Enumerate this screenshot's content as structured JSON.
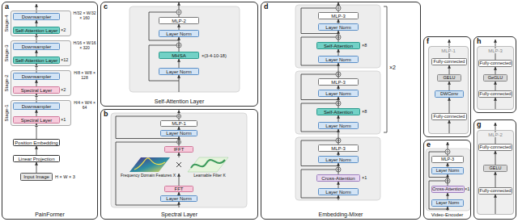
{
  "diagram": {
    "nodes": [
      {
        "text": [
          "a",
          "PainFormer"
        ]
      },
      {
        "text": [
          "Stage-4"
        ],
        "in": 0
      },
      {
        "text": [
          "Downsampler"
        ],
        "in": 1
      },
      {
        "text": [
          "Self-Attention Layer"
        ],
        "in": 1
      },
      {
        "text": [
          "Stage-3"
        ],
        "in": 0
      },
      {
        "text": [
          "Downsampler"
        ],
        "in": 4
      },
      {
        "text": [
          "Self-Attention Layer"
        ],
        "in": 4
      },
      {
        "text": [
          "Stage-2"
        ],
        "in": 0
      },
      {
        "text": [
          "Downsampler"
        ],
        "in": 7
      },
      {
        "text": [
          "Spectral Layer"
        ],
        "in": 7
      },
      {
        "text": [
          "Stage-1"
        ],
        "in": 0
      },
      {
        "text": [
          "Downsampler"
        ],
        "in": 10
      },
      {
        "text": [
          "Spectral Layer"
        ],
        "in": 10
      },
      {
        "text": [
          "Position Embedding"
        ],
        "in": 0
      },
      {
        "text": [
          "Linear Projection"
        ],
        "in": 0
      },
      {
        "text": [
          "Input Image"
        ],
        "in": 0
      },
      {
        "text": [
          "c",
          "Self-Attention Layer"
        ]
      },
      {
        "text": [
          "MLP-2"
        ],
        "in": 16
      },
      {
        "text": [
          "Layer Norm"
        ],
        "in": 16
      },
      {
        "text": [
          "MHSA"
        ],
        "in": 16
      },
      {
        "text": [
          "Layer Norm"
        ],
        "in": 16
      },
      {
        "text": [
          "b",
          "Spectral Layer"
        ]
      },
      {
        "text": [
          "MLP-1"
        ],
        "in": 21
      },
      {
        "text": [
          "Layer Norm"
        ],
        "in": 21
      },
      {
        "text": [
          "IFFT"
        ],
        "in": 21
      },
      {
        "text": [
          "FFT"
        ],
        "in": 21
      },
      {
        "text": [
          "Layer Norm"
        ],
        "in": 21
      },
      {
        "text": [
          "d",
          "Embedding-Mixer"
        ]
      },
      {
        "text": [
          "MLP-3"
        ],
        "in": 27
      },
      {
        "text": [
          "Layer Norm"
        ],
        "in": 27
      },
      {
        "text": [
          "Self-Attention"
        ],
        "in": 27
      },
      {
        "text": [
          "Layer Norm"
        ],
        "in": 27
      },
      {
        "text": [
          "MLP-3"
        ],
        "in": 27
      },
      {
        "text": [
          "Layer Norm"
        ],
        "in": 27
      },
      {
        "text": [
          "Self-Attention"
        ],
        "in": 27
      },
      {
        "text": [
          "Layer Norm"
        ],
        "in": 27
      },
      {
        "text": [
          "MLP-3"
        ],
        "in": 27
      },
      {
        "text": [
          "Layer Norm"
        ],
        "in": 27
      },
      {
        "text": [
          "Cross-Attention"
        ],
        "in": 27
      },
      {
        "text": [
          "Layer Norm"
        ],
        "in": 27
      },
      {
        "text": [
          "f"
        ]
      },
      {
        "text": [
          "MLP-1"
        ],
        "in": 40
      },
      {
        "text": [
          "Fully-connected"
        ],
        "in": 41
      },
      {
        "text": [
          "GELU"
        ],
        "in": 41
      },
      {
        "text": [
          "DWConv"
        ],
        "in": 41
      },
      {
        "text": [
          "Fully-connected"
        ],
        "in": 41
      },
      {
        "text": [
          "e",
          "Video-Encoder"
        ]
      },
      {
        "text": [
          "MLP-3"
        ],
        "in": 46
      },
      {
        "text": [
          "Layer Norm"
        ],
        "in": 46
      },
      {
        "text": [
          "Cross-Attention"
        ],
        "in": 46
      },
      {
        "text": [
          "Layer Norm"
        ],
        "in": 46
      },
      {
        "text": [
          "h"
        ]
      },
      {
        "text": [
          "MLP-3"
        ],
        "in": 51
      },
      {
        "text": [
          "Fully-connected"
        ],
        "in": 52
      },
      {
        "text": [
          "GeGLU"
        ],
        "in": 52
      },
      {
        "text": [
          "Fully-connected"
        ],
        "in": 52
      },
      {
        "text": [
          "g"
        ]
      },
      {
        "text": [
          "MLP-2"
        ],
        "in": 56
      },
      {
        "text": [
          "Fully-connected"
        ],
        "in": 57
      },
      {
        "text": [
          "GELU"
        ],
        "in": 57
      },
      {
        "text": [
          "Fully-connected"
        ],
        "in": 57
      }
    ],
    "edges": [
      {
        "from": 3,
        "to": 2,
        "arrow": "to"
      },
      {
        "from": 5,
        "to": 3,
        "arrow": "to"
      },
      {
        "from": 6,
        "to": 5,
        "arrow": "to"
      },
      {
        "from": 8,
        "to": 6,
        "arrow": "to"
      },
      {
        "from": 9,
        "to": 8,
        "arrow": "to"
      },
      {
        "from": 11,
        "to": 9,
        "arrow": "to"
      },
      {
        "from": 12,
        "to": 11,
        "arrow": "to"
      },
      {
        "from": 13,
        "to": 12,
        "arrow": "to"
      },
      {
        "from": 14,
        "to": 13,
        "arrow": "to"
      },
      {
        "from": 15,
        "to": 14,
        "arrow": "to"
      },
      {
        "from": 20,
        "to": 19,
        "arrow": "to"
      },
      {
        "from": 19,
        "to": 18,
        "arrow": "to"
      },
      {
        "from": 18,
        "to": 17,
        "arrow": "to"
      },
      {
        "from": 26,
        "to": 25,
        "arrow": "to"
      },
      {
        "from": 24,
        "to": 23,
        "arrow": "to"
      },
      {
        "from": 23,
        "to": 22,
        "arrow": "to"
      },
      {
        "from": 31,
        "to": 30,
        "arrow": "to"
      },
      {
        "from": 30,
        "to": 29,
        "arrow": "to"
      },
      {
        "from": 29,
        "to": 28,
        "arrow": "to"
      },
      {
        "from": 32,
        "to": 31,
        "arrow": "to"
      },
      {
        "from": 35,
        "to": 34,
        "arrow": "to"
      },
      {
        "from": 34,
        "to": 33,
        "arrow": "to"
      },
      {
        "from": 33,
        "to": 32,
        "arrow": "to"
      },
      {
        "from": 36,
        "to": 35,
        "arrow": "to"
      },
      {
        "from": 39,
        "to": 38,
        "arrow": "to"
      },
      {
        "from": 38,
        "to": 37,
        "arrow": "to"
      },
      {
        "from": 37,
        "to": 36,
        "arrow": "to"
      },
      {
        "from": 45,
        "to": 44,
        "arrow": "to"
      },
      {
        "from": 44,
        "to": 43,
        "arrow": "to"
      },
      {
        "from": 43,
        "to": 42,
        "arrow": "to"
      },
      {
        "from": 50,
        "to": 49,
        "arrow": "to"
      },
      {
        "from": 49,
        "to": 48,
        "arrow": "to"
      },
      {
        "from": 48,
        "to": 47,
        "arrow": "to"
      },
      {
        "from": 55,
        "to": 54,
        "arrow": "to"
      },
      {
        "from": 54,
        "to": 53,
        "arrow": "to"
      },
      {
        "from": 60,
        "to": 59,
        "arrow": "to"
      },
      {
        "from": 59,
        "to": 58,
        "arrow": "to"
      }
    ],
    "labels": [
      "×2",
      "H/32 × W/32 × 160",
      "×12",
      "H/16 × W/16 × 320",
      "×2",
      "H/8 × W/8 × 128",
      "×1",
      "H/4 × W/4 × 64",
      "H × W × 3",
      "×(3-4-10-18)",
      "Frequency Domain Features X",
      "Learnable Filter K",
      "×8",
      "×8",
      "×1",
      "×2",
      "×1"
    ]
  }
}
